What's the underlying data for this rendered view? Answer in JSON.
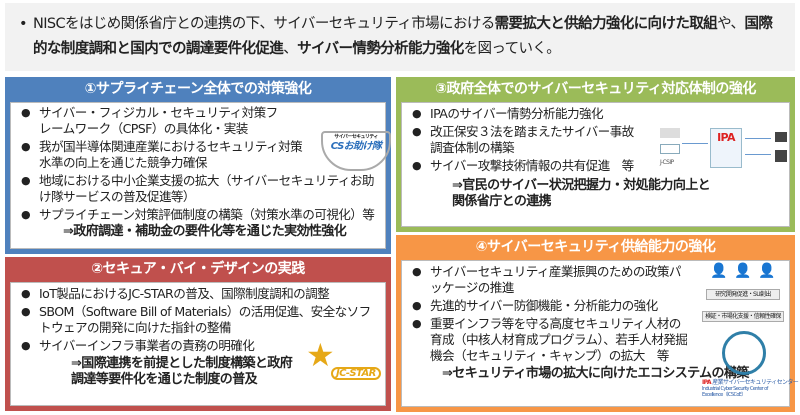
{
  "intro": {
    "p1": "NISCをはじめ関係省庁との連携の下、サイバーセキュリティ市場における",
    "b1": "需要拡大と供給力強化に向けた取組",
    "p2": "や、",
    "b2": "国際的な制度調和と国内での調達要件化促進",
    "p3": "、",
    "b3": "サイバー情勢分析能力強化",
    "p4": "を図っていく。"
  },
  "colors": {
    "blue": "#4f81bd",
    "red": "#c0504d",
    "green": "#9bbb59",
    "orange": "#f79646"
  },
  "panels": [
    {
      "title": "①サプライチェーン全体での対策強化",
      "items": [
        "サイバー・フィジカル・セキュリティ対策フレームワーク（CPSF）の具体化・実装",
        "我が国半導体関連産業におけるセキュリティ対策水準の向上を通じた競争力確保",
        "地域における中小企業支援の拡大（サイバーセキュリティお助け隊サービスの普及促進等）",
        "サプライチェーン対策評価制度の構築（対策水準の可視化）等"
      ],
      "result": "⇒政府調達・補助金の要件化等を通じた実効性強化",
      "logo": {
        "top": "サイバーセキュリティ",
        "main": "CSお助け隊"
      }
    },
    {
      "title": "②セキュア・バイ・デザインの実践",
      "items": [
        "IoT製品におけるJC-STARの普及、国際制度調和の調整",
        "SBOM（Software Bill of Materials）の活用促進、安全なソフトウェアの開発に向けた指針の整備",
        "サイバーインフラ事業者の責務の明確化"
      ],
      "result": "⇒国際連携を前提とした制度構築と政府調達等要件化を通じた制度の普及",
      "logo": {
        "main": "JC-STAR"
      }
    },
    {
      "title": "③政府全体でのサイバーセキュリティ対応体制の強化",
      "items": [
        "IPAのサイバー情勢分析能力強化",
        "改正保安３法を踏まえたサイバー事故調査体制の構築",
        "サイバー攻撃技術情報の共有促進　等"
      ],
      "result": "⇒官民のサイバー状況把握力・対処能力向上と関係省庁との連携",
      "diagram": {
        "ipa": "IPA",
        "jcsip": "J-CSIP"
      }
    },
    {
      "title": "④サイバーセキュリティ供給能力の強化",
      "items": [
        "サイバーセキュリティ産業振興のための政策パッケージの推進",
        "先進的サイバー防御機能・分析能力の強化",
        "重要インフラ等を守る高度セキュリティ人材の育成（中核人材育成プログラム）、若手人材発掘機会（セキュリティ・キャンプ）の拡大　等"
      ],
      "result": "⇒セキュリティ市場の拡大に向けたエコシステムの構築",
      "diagram": {
        "box1": "研究開発促進・SU創出",
        "box2": "検証・市場化支援・信頼性確保",
        "ipa": "IPA",
        "center_jp": "産業サイバーセキュリティセンター",
        "center_en": "Industrial Cyber Security Center of Excellence（ICSCoE）"
      }
    }
  ]
}
